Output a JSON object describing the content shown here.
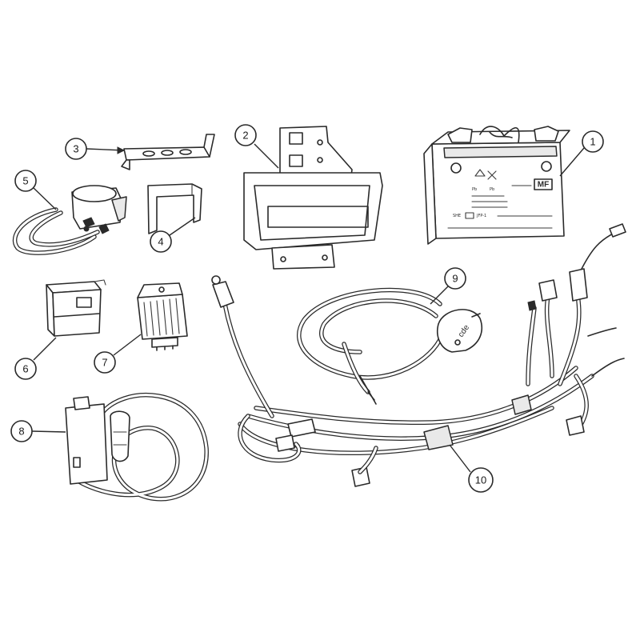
{
  "callouts": {
    "c1": "1",
    "c2": "2",
    "c3": "3",
    "c4": "4",
    "c5": "5",
    "c6": "6",
    "c7": "7",
    "c8": "8",
    "c9": "9",
    "c10": "10"
  },
  "battery_label": {
    "badge": "MF",
    "top_line": "",
    "model_code": "JFP-1"
  },
  "switch_label": "cde",
  "icons": [
    "battery",
    "battery-bracket",
    "mounting-strap",
    "clamp-bracket",
    "starter-relay",
    "cdi-unit",
    "voltage-regulator",
    "ignition-coil",
    "handlebar-switch",
    "wiring-harness"
  ]
}
